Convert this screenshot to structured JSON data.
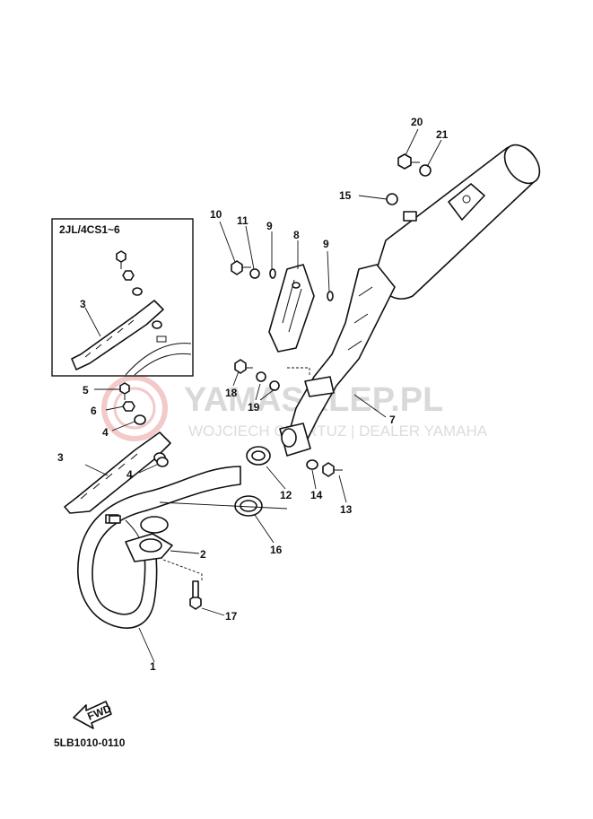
{
  "inset": {
    "label": "2JL/4CS1~6"
  },
  "watermark": {
    "brand": "YAMASKLEP.PL",
    "tagline": "WOJCIECH CZORTUZ | DEALER YAMAHA",
    "color": "#e8a0a0"
  },
  "fwd_arrow": {
    "label": "FWD"
  },
  "diagram_code": "5LB1010-0110",
  "callouts": {
    "c1": "1",
    "c2": "2",
    "c3": "3",
    "c3b": "3",
    "c4": "4",
    "c4b": "4",
    "c5": "5",
    "c6": "6",
    "c7": "7",
    "c8": "8",
    "c9": "9",
    "c9b": "9",
    "c10": "10",
    "c11": "11",
    "c12": "12",
    "c13": "13",
    "c14": "14",
    "c15": "15",
    "c16": "16",
    "c17": "17",
    "c18": "18",
    "c19": "19",
    "c20": "20",
    "c21": "21"
  }
}
